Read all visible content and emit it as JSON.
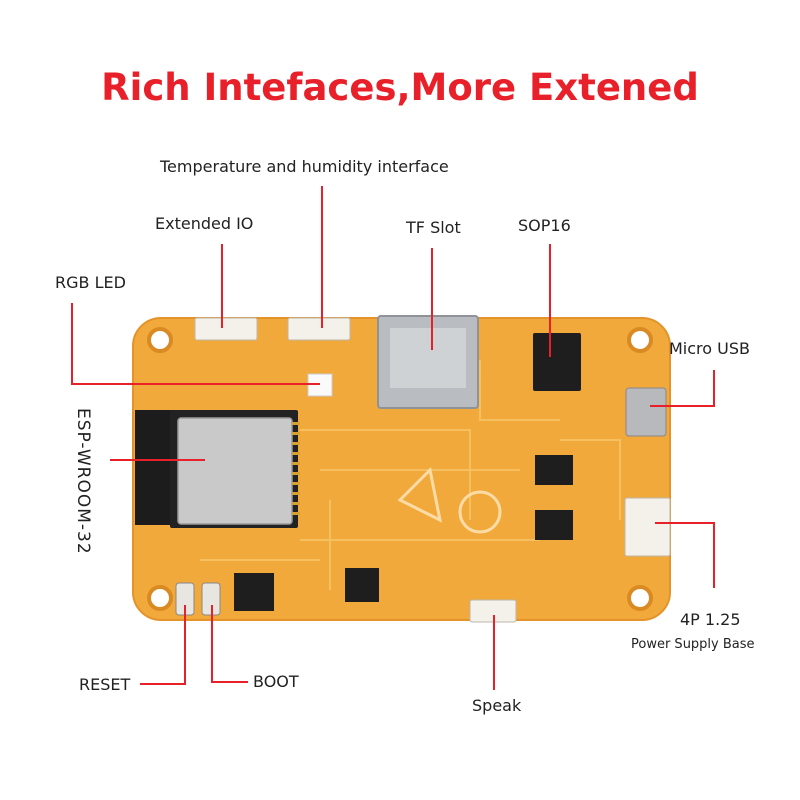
{
  "headline": "Rich Intefaces,More Extened",
  "labels": {
    "temp_humidity": "Temperature and humidity interface",
    "extended_io": "Extended IO",
    "tf_slot": "TF Slot",
    "sop16": "SOP16",
    "rgb_led": "RGB LED",
    "micro_usb": "Micro USB",
    "esp_module": "ESP-WROOM-32",
    "power_4p": "4P 1.25",
    "power_base": "Power Supply Base",
    "reset": "RESET",
    "boot": "BOOT",
    "speak": "Speak"
  },
  "colors": {
    "headline": "#e8202a",
    "pointer": "#e8202a",
    "board": "#f2a93b",
    "board_edge": "#e4932a",
    "text": "#222222"
  }
}
